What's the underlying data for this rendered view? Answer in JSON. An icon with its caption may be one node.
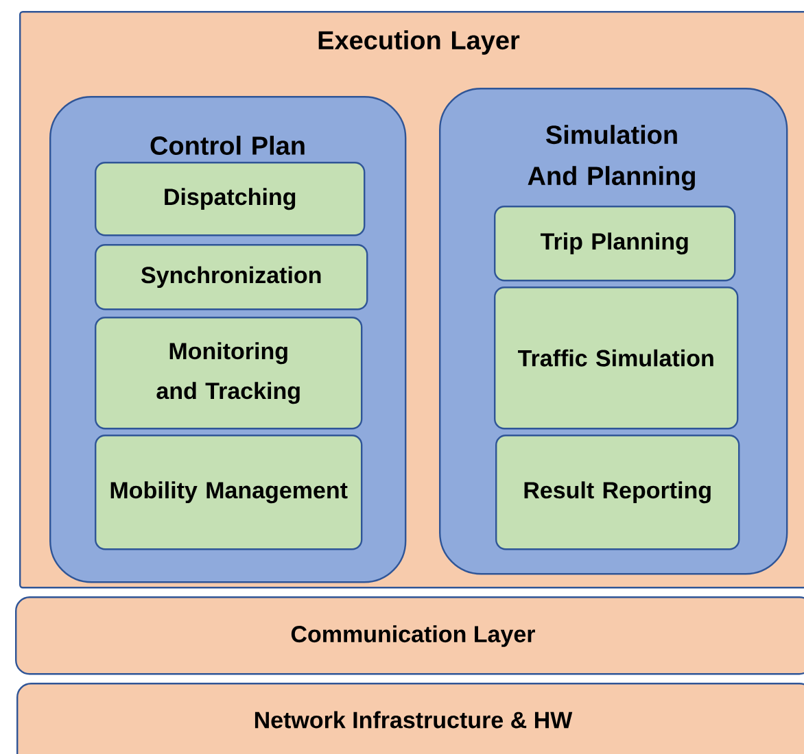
{
  "diagram": {
    "nodes": [
      {
        "text": [
          "Execution Layer"
        ]
      },
      {
        "text": [
          "Control Plan"
        ],
        "in": 0
      },
      {
        "text": [
          "Dispatching"
        ],
        "in": 1
      },
      {
        "text": [
          "Synchronization"
        ],
        "in": 1
      },
      {
        "text": [
          "Monitoring and Tracking"
        ],
        "in": 1
      },
      {
        "text": [
          "Mobility Management"
        ],
        "in": 1
      },
      {
        "text": [
          "Simulation And Planning"
        ],
        "in": 0
      },
      {
        "text": [
          "Trip Planning"
        ],
        "in": 6
      },
      {
        "text": [
          "Traffic Simulation"
        ],
        "in": 6
      },
      {
        "text": [
          "Result Reporting"
        ],
        "in": 6
      },
      {
        "text": [
          "Communication Layer"
        ]
      },
      {
        "text": [
          "Network Infrastructure & HW"
        ]
      }
    ]
  }
}
